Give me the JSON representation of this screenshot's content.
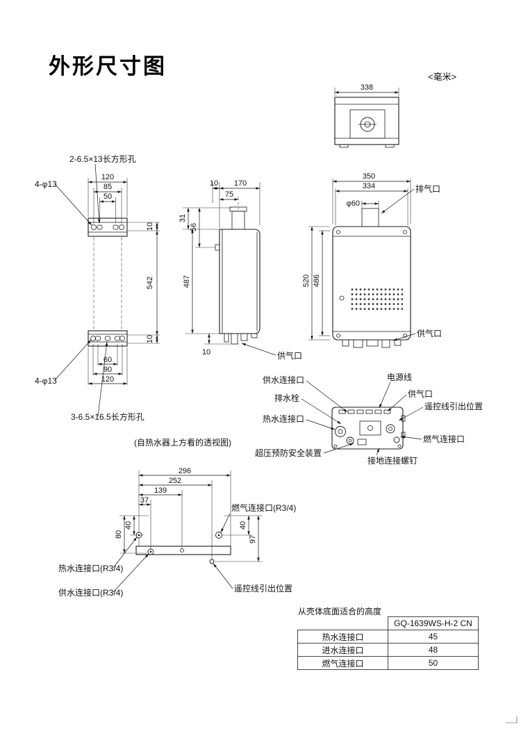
{
  "page": {
    "title": "外形尺寸图",
    "unit_note": "<毫米>"
  },
  "colors": {
    "line": "#1a1a1a",
    "background": "#ffffff"
  },
  "top_view": {
    "dim_338": "338"
  },
  "brackets": {
    "slot_label_top": "2-6.5×13长方形孔",
    "holes_label_top": "4-φ13",
    "dim_120_top": "120",
    "dim_85": "85",
    "dim_50": "50",
    "dim_10_upper": "10",
    "dim_542": "542",
    "dim_10_lower": "10",
    "dim_60": "60",
    "dim_90": "90",
    "dim_120_bottom": "120",
    "holes_label_bottom": "4-φ13",
    "slot_label_bottom": "3-6.5×16.5长方形孔"
  },
  "side_view": {
    "dim_10_back": "10",
    "dim_170": "170",
    "dim_75": "75",
    "dim_31": "31",
    "dim_56": "56",
    "dim_487": "487",
    "dim_10_bottom": "10",
    "gas_port": "供气口"
  },
  "front_view": {
    "dim_350": "350",
    "dim_334": "334",
    "dim_phi60": "φ60",
    "exhaust_port": "排气口",
    "dim_520": "520",
    "dim_486": "486",
    "gas_port": "供气口"
  },
  "bottom_view": {
    "caption": "(自热水器上方看的透视图)",
    "water_inlet": "供水连接口",
    "power_cord": "电源线",
    "drain_valve": "排水栓",
    "gas_port": "供气口",
    "remote_wire": "遥控线引出位置",
    "hot_water": "热水连接口",
    "gas_connection": "燃气连接口",
    "relief_device": "超压预防安全装置",
    "ground_screw": "接地连接螺钉"
  },
  "bottom_layout": {
    "dim_296": "296",
    "dim_252": "252",
    "dim_139": "139",
    "dim_37": "37",
    "dim_40_left": "40",
    "dim_80": "80",
    "dim_40_right": "40",
    "dim_97": "97",
    "gas_label": "燃气连接口(R3/4)",
    "hot_water_label": "热水连接口(R3/4)",
    "water_inlet_label": "供水连接口(R3/4)",
    "remote_label": "遥控线引出位置"
  },
  "height_table": {
    "title": "从壳体底面适合的高度",
    "model": "GQ-1639WS-H-2 CN",
    "rows": [
      {
        "label": "热水连接口",
        "value": "45"
      },
      {
        "label": "进水连接口",
        "value": "48"
      },
      {
        "label": "燃气连接口",
        "value": "50"
      }
    ]
  }
}
